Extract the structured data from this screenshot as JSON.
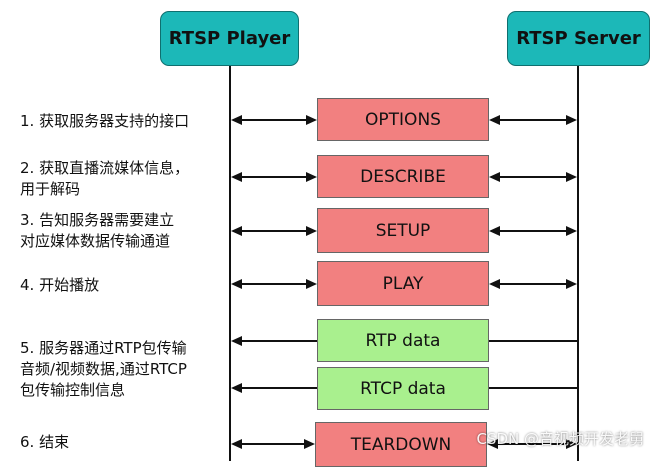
{
  "actors": {
    "player": "RTSP Player",
    "server": "RTSP Server"
  },
  "steps": [
    {
      "label": "1. 获取服务器支持的接口",
      "message": "OPTIONS",
      "color": "#f28080",
      "direction": "both"
    },
    {
      "label": "2. 获取直播流媒体信息，\n用于解码",
      "message": "DESCRIBE",
      "color": "#f28080",
      "direction": "both"
    },
    {
      "label": "3. 告知服务器需要建立\n对应媒体数据传输通道",
      "message": "SETUP",
      "color": "#f28080",
      "direction": "both"
    },
    {
      "label": "4. 开始播放",
      "message": "PLAY",
      "color": "#f28080",
      "direction": "both"
    },
    {
      "label": "5. 服务器通过RTP包传输\n音频/视频数据,通过RTCP\n包传输控制信息",
      "message": "RTP data",
      "color": "#a9f08e",
      "direction": "to-player"
    },
    {
      "label": "",
      "message": "RTCP data",
      "color": "#a9f08e",
      "direction": "to-player"
    },
    {
      "label": "6. 结束",
      "message": "TEARDOWN",
      "color": "#f28080",
      "direction": "both"
    }
  ],
  "watermark": "CSDN @音视频开发老舅"
}
